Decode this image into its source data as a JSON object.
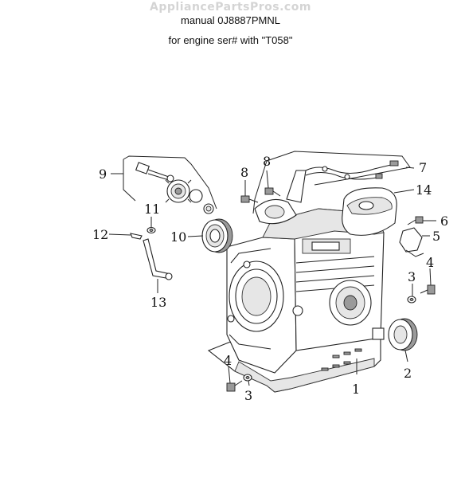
{
  "watermark": "AppliancePartsPros.com",
  "header": {
    "line1": "manual 0J8887PMNL",
    "line2": "for engine ser# with \"T058\""
  },
  "callouts": [
    "1",
    "2",
    "3",
    "3",
    "4",
    "4",
    "5",
    "6",
    "7",
    "8",
    "8",
    "9",
    "10",
    "11",
    "12",
    "13",
    "14"
  ]
}
